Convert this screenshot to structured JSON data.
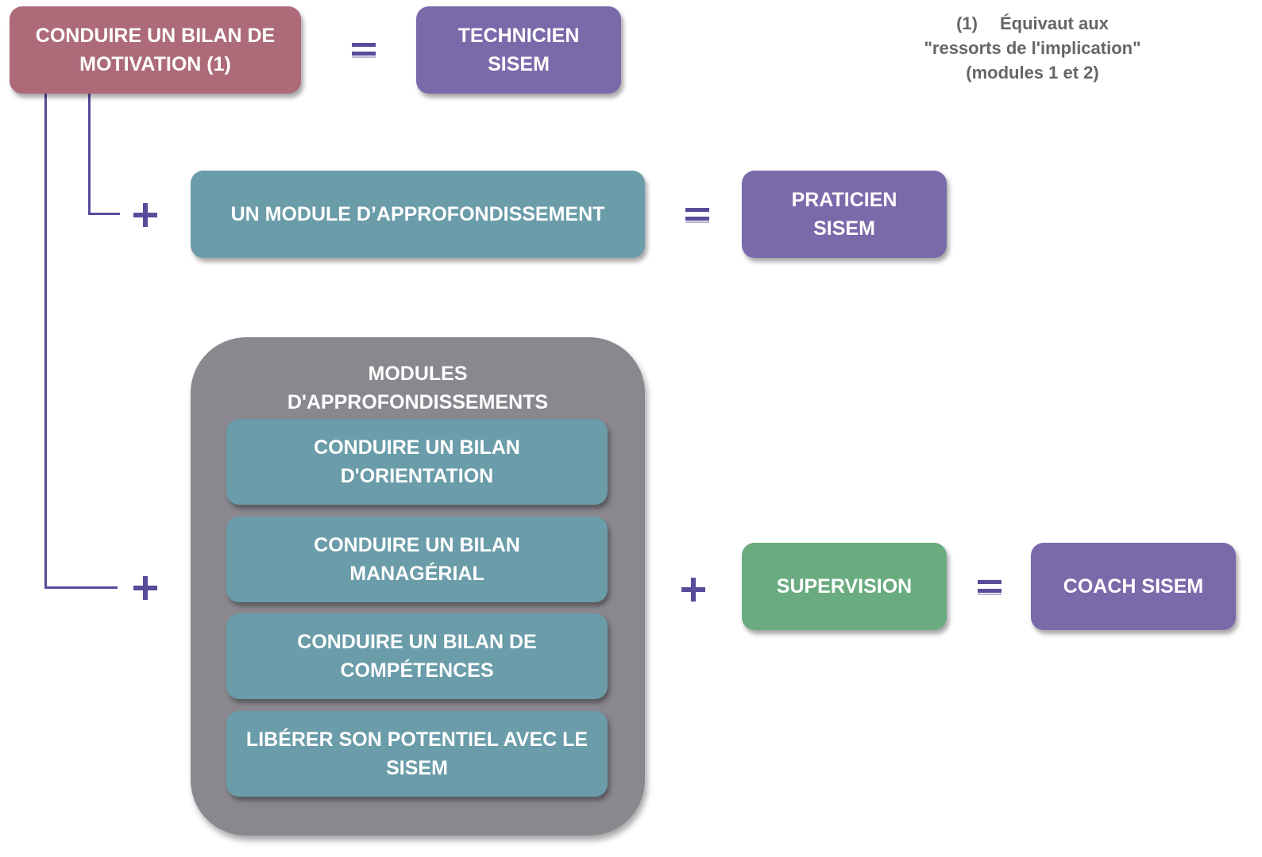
{
  "boxes": {
    "motivation": "CONDUIRE UN BILAN DE\nMOTIVATION (1)",
    "technicien": "TECHNICIEN\nSISEM",
    "module": "UN MODULE D’APPROFONDISSEMENT",
    "praticien": "PRATICIEN\nSISEM",
    "supervision": "SUPERVISION",
    "coach": "COACH SISEM"
  },
  "group": {
    "title": "MODULES\nD'APPROFONDISSEMENTS",
    "items": [
      "CONDUIRE UN BILAN\nD'ORIENTATION",
      "CONDUIRE UN BILAN\nMANAGÉRIAL",
      "CONDUIRE UN BILAN DE\nCOMPÉTENCES",
      "LIBÉRER SON POTENTIEL AVEC LE\nSISEM"
    ]
  },
  "note": {
    "number": "(1)",
    "line1": "Équivaut aux",
    "line2": "\"ressorts de l'implication\"",
    "line3": "(modules 1 et 2)"
  },
  "colors": {
    "rose": "#ad6b7a",
    "violet": "#7b6aaa",
    "teal": "#6a9ca9",
    "green": "#6aab80",
    "group": "#8a878f",
    "operator": "#5a4a9a"
  },
  "icons": [
    "equals-icon",
    "plus-icon"
  ]
}
